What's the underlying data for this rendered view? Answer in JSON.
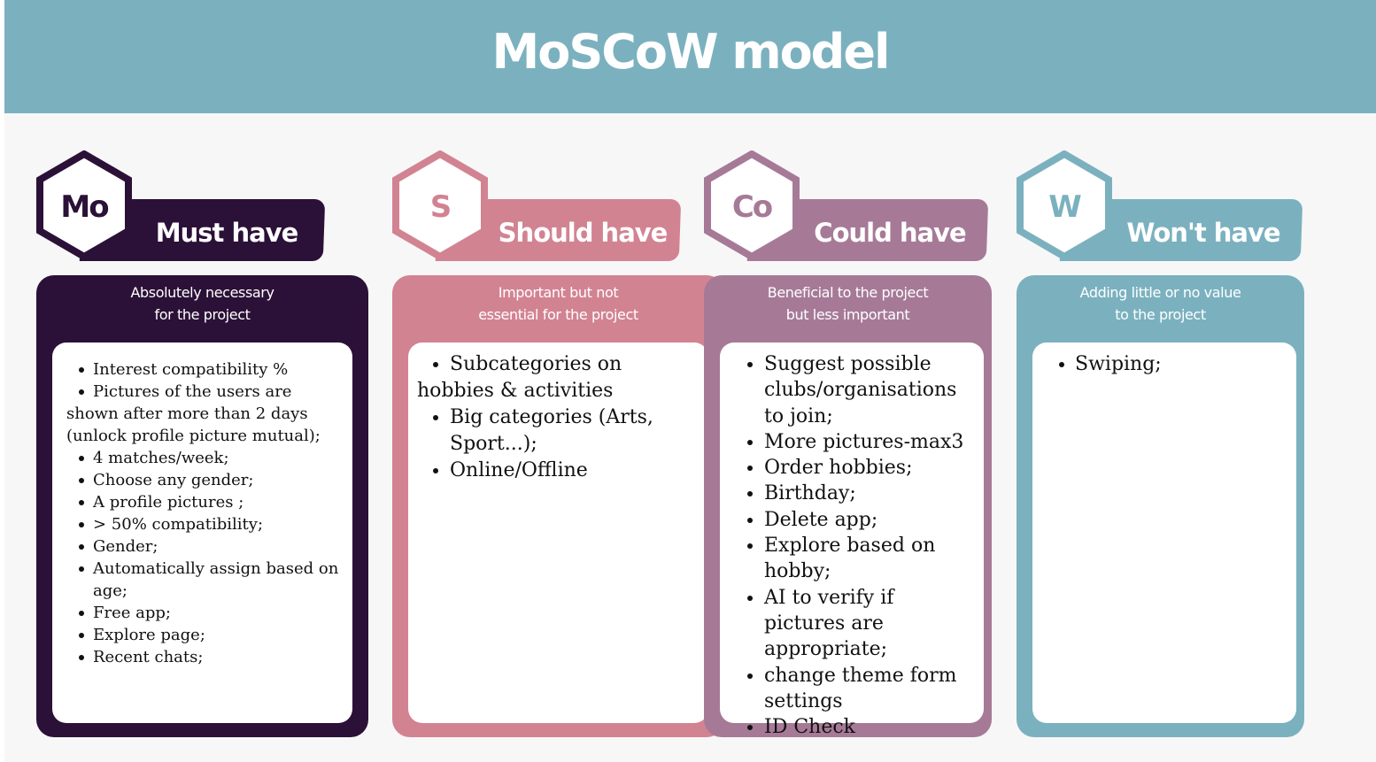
{
  "header": {
    "title": "MoSCoW model"
  },
  "colors": {
    "header": "#7bb1bf",
    "must": "#2b1137",
    "should": "#d28392",
    "could": "#a67a97",
    "wont": "#7bb1bf"
  },
  "columns": {
    "must": {
      "code": "Mo",
      "label": "Must have",
      "desc_line1": "Absolutely necessary",
      "desc_line2": "for the project",
      "items": [
        "Interest compatibility %",
        "Pictures of the users are shown after more than 2  days (unlock profile picture mutual);",
        "4 matches/week;",
        "Choose any gender;",
        "A profile pictures ;",
        "> 50% compatibility;",
        "Gender;",
        "Automatically assign based on age;",
        "Free app;",
        "Explore page;",
        "Recent chats;"
      ]
    },
    "should": {
      "code": "S",
      "label": "Should have",
      "desc_line1": "Important but not",
      "desc_line2": "essential for the project",
      "items": [
        "Subcategories on hobbies  & activities",
        "Big categories (Arts, Sport...);",
        "Online/Offline"
      ]
    },
    "could": {
      "code": "Co",
      "label": "Could have",
      "desc_line1": "Beneficial to the project",
      "desc_line2": "but less important",
      "items": [
        "Suggest possible clubs/organisations to join;",
        "More pictures-max3",
        "Order hobbies;",
        "Birthday;",
        "Delete app;",
        "Explore based on hobby;",
        "AI to verify if pictures are appropriate;",
        "change theme form settings",
        "ID Check"
      ]
    },
    "wont": {
      "code": "W",
      "label": "Won't have",
      "desc_line1": "Adding little or no value",
      "desc_line2": "to the project",
      "items": [
        "Swiping;"
      ]
    }
  }
}
